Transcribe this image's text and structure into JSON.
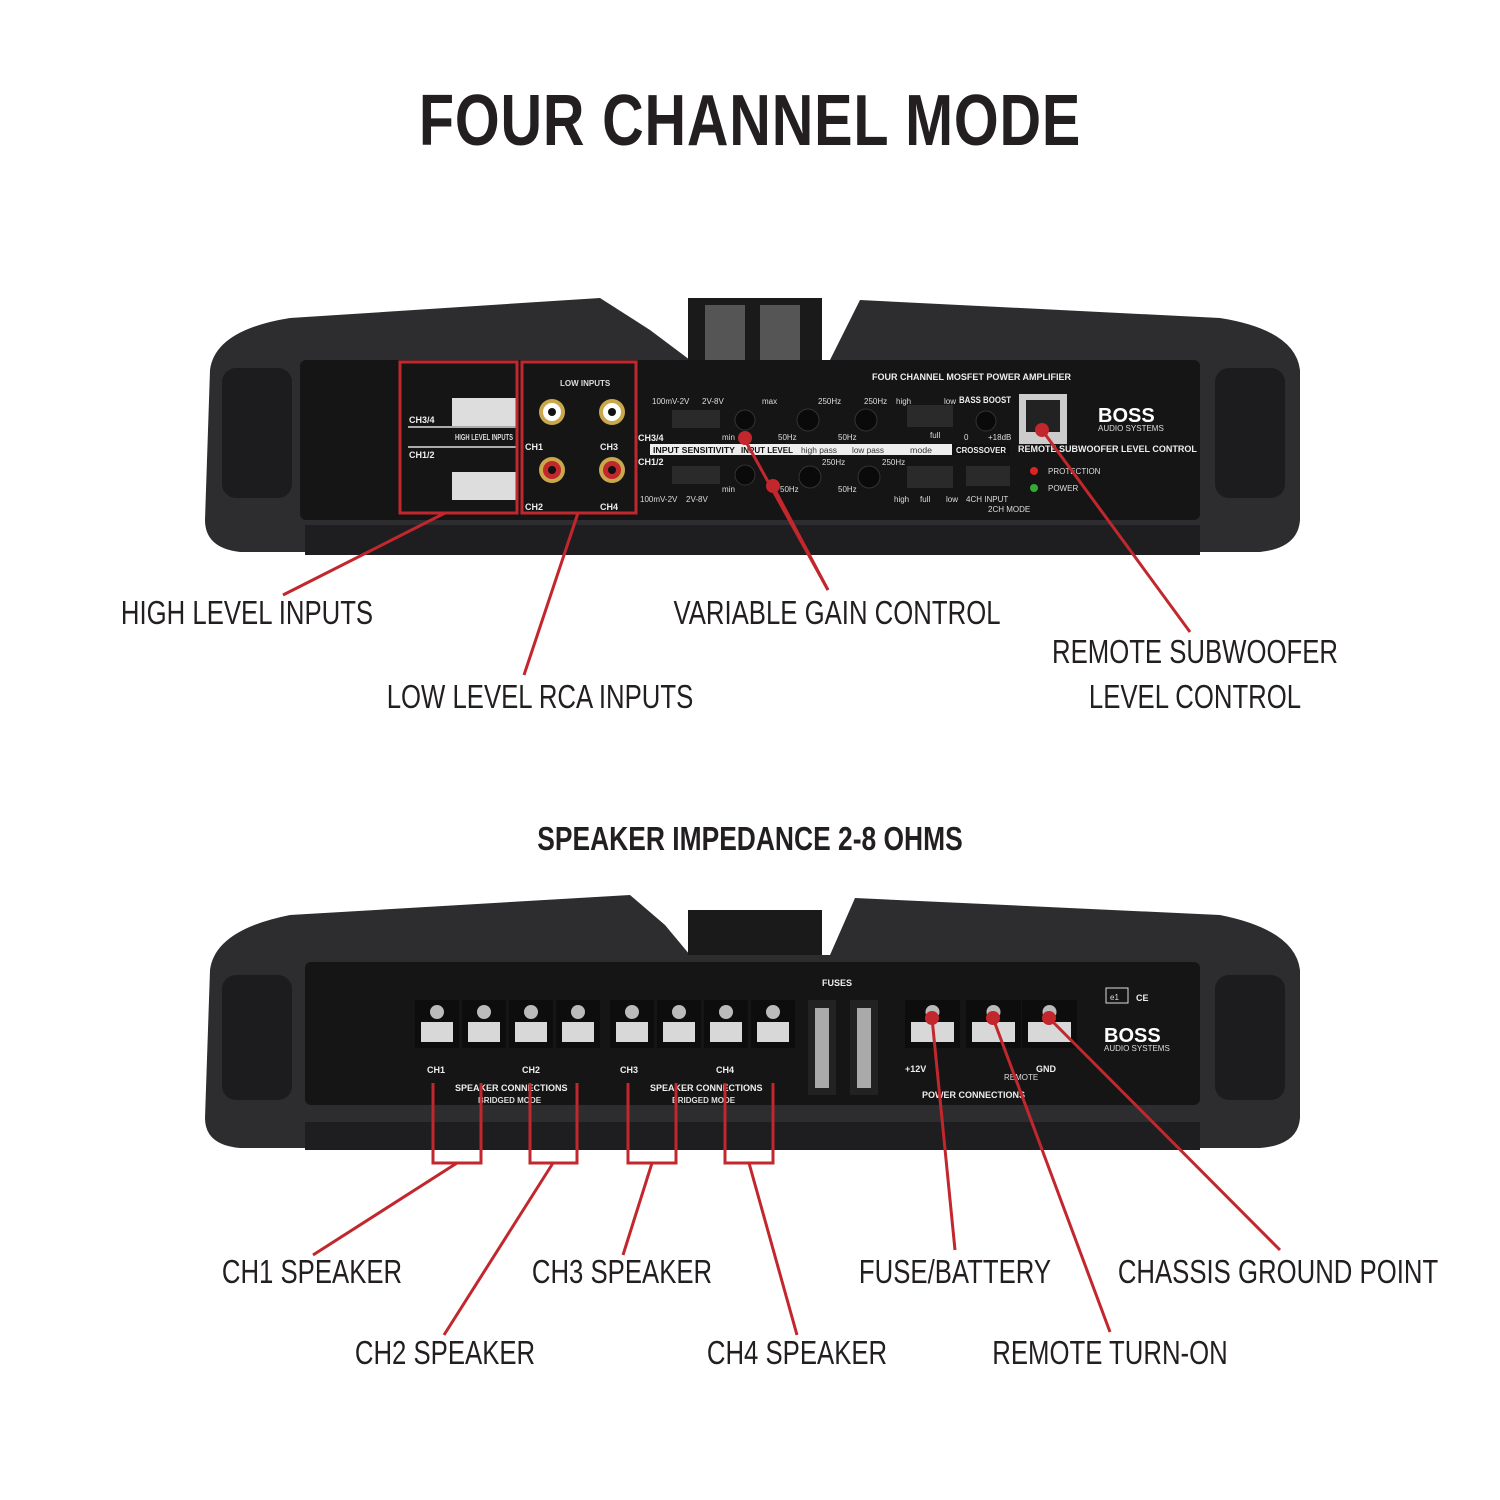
{
  "title": "FOUR CHANNEL MODE",
  "subtitle": "SPEAKER IMPEDANCE 2-8 OHMS",
  "colors": {
    "callout": "#c1272d",
    "text": "#231f20",
    "chassis": "#2a2a2c",
    "panel": "#151516"
  },
  "top_panel": {
    "model_text": "FOUR CHANNEL MOSFET POWER AMPLIFIER",
    "brand": "BOSS",
    "brand_sub": "AUDIO SYSTEMS",
    "ch34": "CH3/4",
    "ch12": "CH1/2",
    "high_level_inputs": "HIGH LEVEL INPUTS",
    "low_inputs": "LOW INPUTS",
    "rca": [
      "CH1",
      "CH3",
      "CH2",
      "CH4"
    ],
    "sens_low": "100mV-2V",
    "sens_high": "2V-8V",
    "min": "min",
    "max": "max",
    "f50": "50Hz",
    "f250": "250Hz",
    "high": "high",
    "low": "low",
    "full": "full",
    "bass_boost": "BASS BOOST",
    "bb_min": "0",
    "bb_max": "+18dB",
    "strip": [
      "INPUT SENSITIVITY",
      "INPUT LEVEL",
      "high pass",
      "low pass",
      "mode",
      "CROSSOVER"
    ],
    "input_mode": [
      "4CH INPUT",
      "2CH MODE"
    ],
    "remote_label": "REMOTE SUBWOOFER LEVEL CONTROL",
    "leds": [
      "PROTECTION",
      "POWER"
    ]
  },
  "bottom_panel": {
    "fuses": "FUSES",
    "channels": [
      "CH1",
      "CH2",
      "CH3",
      "CH4"
    ],
    "speaker_connections": "SPEAKER CONNECTIONS",
    "bridged_mode": "BRIDGED MODE",
    "plus12": "+12V",
    "gnd": "GND",
    "remote": "REMOTE",
    "power_connections": "POWER CONNECTIONS",
    "cert": [
      "e1",
      "CE"
    ],
    "brand": "BOSS",
    "brand_sub": "AUDIO SYSTEMS"
  },
  "callouts_top": [
    "HIGH LEVEL INPUTS",
    "LOW LEVEL RCA INPUTS",
    "VARIABLE GAIN CONTROL",
    "REMOTE SUBWOOFER",
    "LEVEL CONTROL"
  ],
  "callouts_bottom": [
    "CH1 SPEAKER",
    "CH2 SPEAKER",
    "CH3 SPEAKER",
    "CH4 SPEAKER",
    "FUSE/BATTERY",
    "REMOTE TURN-ON",
    "CHASSIS GROUND POINT"
  ]
}
